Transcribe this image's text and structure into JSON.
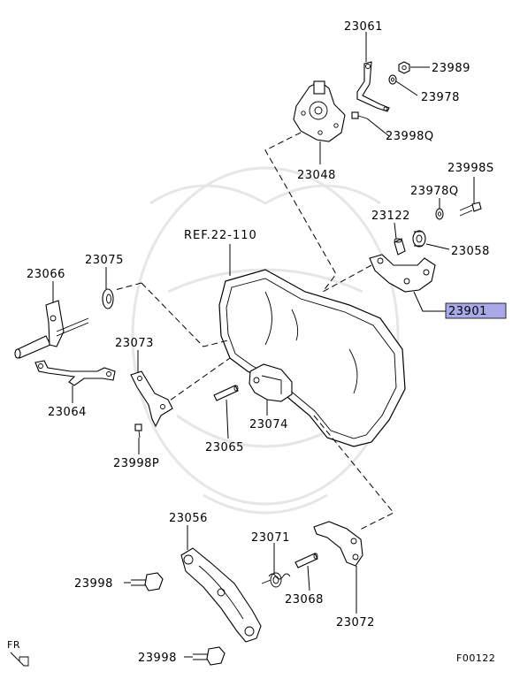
{
  "parts": {
    "p23061": "23061",
    "p23989": "23989",
    "p23978": "23978",
    "p23998q": "23998Q",
    "p23048": "23048",
    "p23998s": "23998S",
    "p23978q": "23978Q",
    "p23122": "23122",
    "p23058": "23058",
    "p23901": "23901",
    "p23066": "23066",
    "p23075": "23075",
    "p23073": "23073",
    "p23064": "23064",
    "p23065": "23065",
    "p23074": "23074",
    "p23998p": "23998P",
    "p23056": "23056",
    "p23071": "23071",
    "p23998a": "23998",
    "p23068": "23068",
    "p23072": "23072",
    "p23998b": "23998"
  },
  "reference": "REF.22-110",
  "direction": "FR",
  "figure_code": "F00122",
  "highlight_color": "#a9a9e8"
}
